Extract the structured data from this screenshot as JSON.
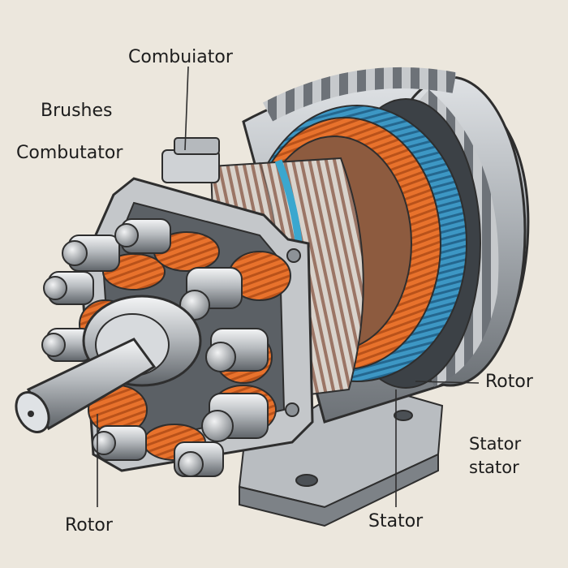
{
  "labels": {
    "commutator_top": "Combuiator",
    "brushes": "Brushes",
    "commutator_left": "Combutator",
    "rotor_right": "Rotor",
    "stator_upper": "Stator",
    "stator_lower": "stator",
    "rotor_bottom": "Rotor",
    "stator_bottom": "Stator"
  },
  "colors": {
    "background": "#ece7dd",
    "copper_winding": "#e8722c",
    "blue_winding": "#3d97c4",
    "metal": "#b9bcc0",
    "metal_dark": "#6f7378",
    "outline": "#2e2e2e",
    "label_text": "#1d1d1d"
  }
}
